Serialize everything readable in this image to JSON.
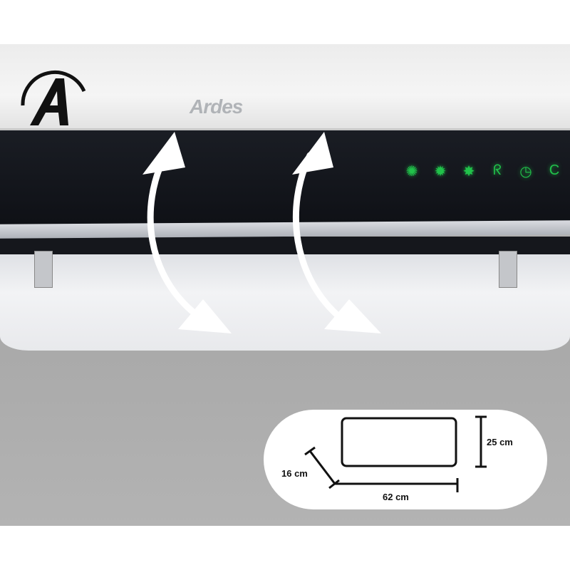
{
  "brand": {
    "logo_letter": "A",
    "name": "Ardes"
  },
  "control_panel": {
    "indicators": [
      {
        "icon": "fan-low-icon",
        "glyph": "✺"
      },
      {
        "icon": "fan-medium-icon",
        "glyph": "✹"
      },
      {
        "icon": "fan-high-icon",
        "glyph": "✸"
      },
      {
        "icon": "mode-icon",
        "glyph": "ᖇ"
      },
      {
        "icon": "timer-icon",
        "glyph": "◷"
      },
      {
        "icon": "celsius-icon",
        "glyph": "C"
      }
    ]
  },
  "dimensions": {
    "height": "25 cm",
    "depth": "16 cm",
    "width": "62 cm"
  },
  "colors": {
    "led": "#21c24a",
    "panel": "#12141a"
  }
}
